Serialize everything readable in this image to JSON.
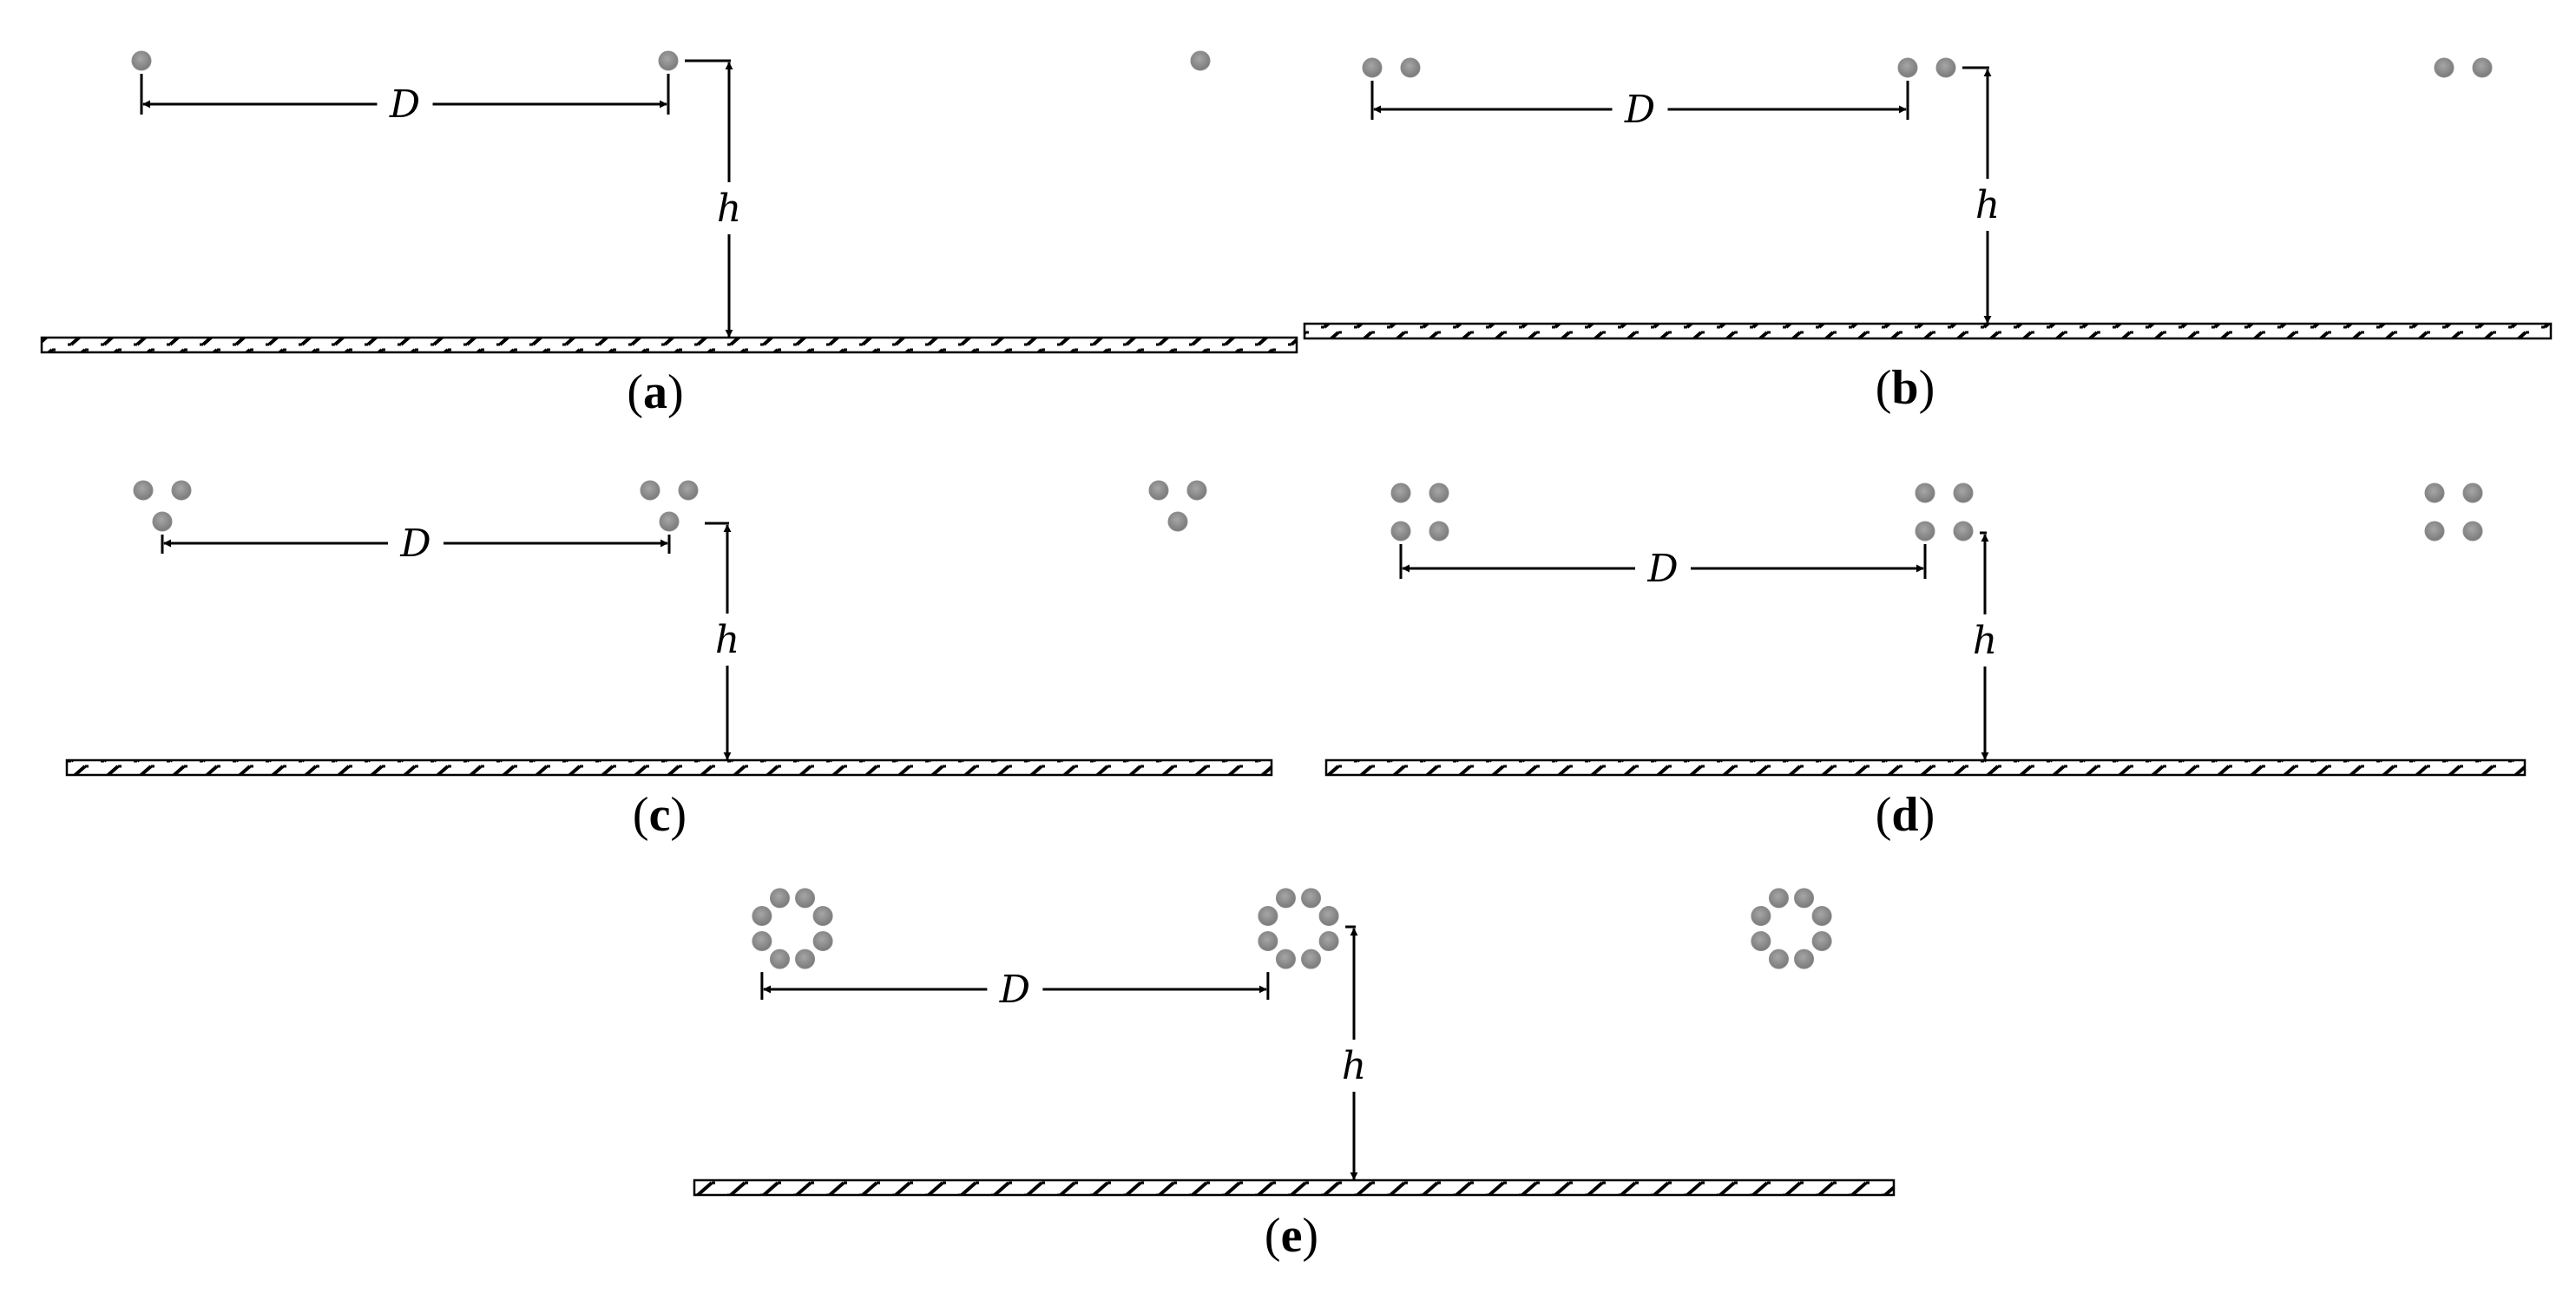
{
  "figure": {
    "labels": {
      "spacing": "D",
      "height": "h"
    },
    "colors": {
      "conductor": "#8c8c8c",
      "ground_hatch": "#000000",
      "lines": "#000000"
    },
    "panels": [
      {
        "id": "a",
        "caption_open": "(",
        "caption_letter": "a",
        "caption_close": ")",
        "subconductors_per_bundle": 1
      },
      {
        "id": "b",
        "caption_open": "(",
        "caption_letter": "b",
        "caption_close": ")",
        "subconductors_per_bundle": 2
      },
      {
        "id": "c",
        "caption_open": "(",
        "caption_letter": "c",
        "caption_close": ")",
        "subconductors_per_bundle": 3
      },
      {
        "id": "d",
        "caption_open": "(",
        "caption_letter": "d",
        "caption_close": ")",
        "subconductors_per_bundle": 4
      },
      {
        "id": "e",
        "caption_open": "(",
        "caption_letter": "e",
        "caption_close": ")",
        "subconductors_per_bundle": 8
      }
    ]
  }
}
